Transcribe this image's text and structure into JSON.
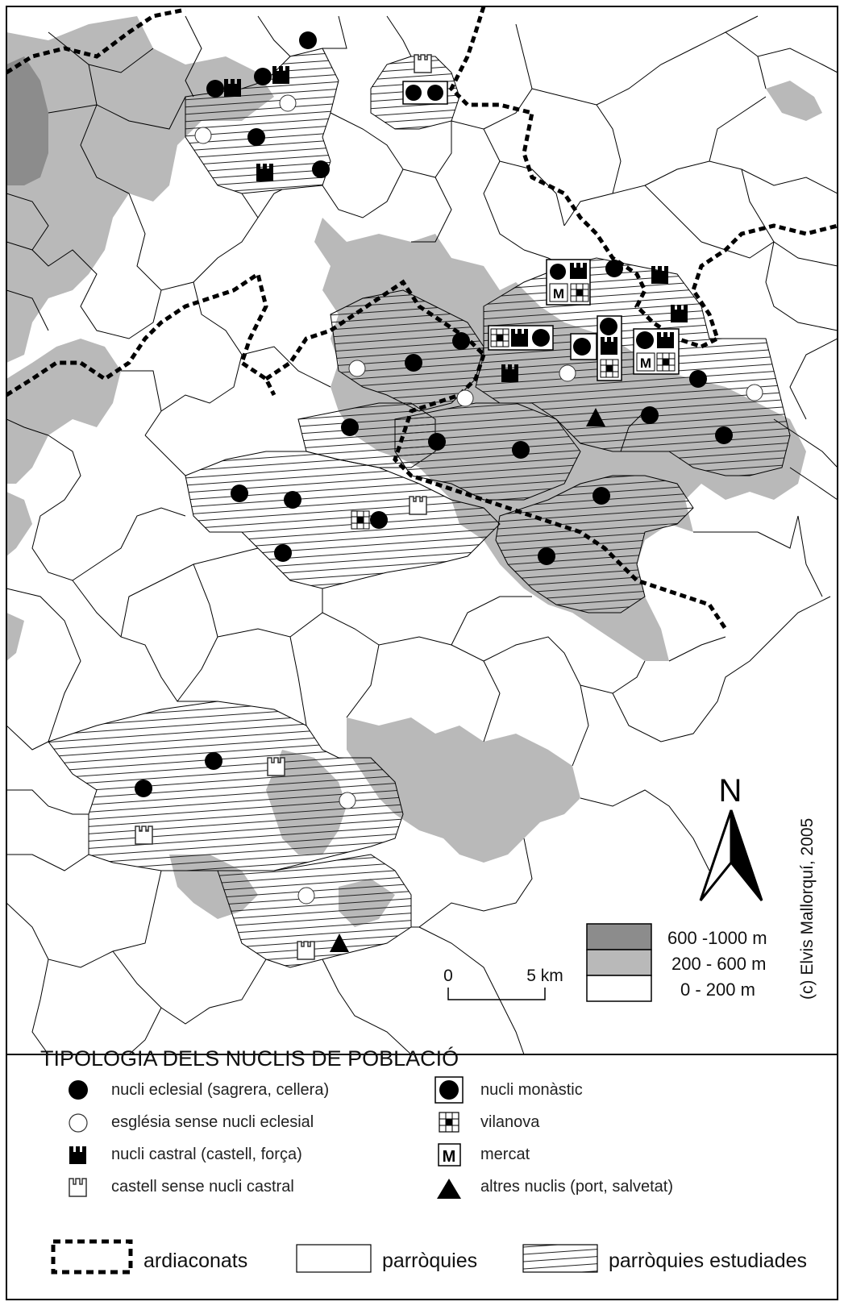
{
  "map": {
    "north_label": "N",
    "credit": "(c) Elvis Mallorquí, 2005",
    "scale": {
      "start": "0",
      "end": "5 km"
    },
    "elevation_legend": [
      {
        "label": "600 -1000 m",
        "color": "#8c8c8c"
      },
      {
        "label": "200 - 600 m",
        "color": "#b9b9b9"
      },
      {
        "label": "0 - 200 m",
        "color": "#ffffff"
      }
    ],
    "colors": {
      "high_relief": "#8c8c8c",
      "mid_relief": "#b9b9b9",
      "low_relief": "#ffffff",
      "boundary": "#000000"
    }
  },
  "legend": {
    "title": "TIPOLOGIA DELS NUCLIS DE POBLACIÓ",
    "items_left": [
      {
        "icon": "filled-circle-icon",
        "label": "nucli eclesial (sagrera, cellera)"
      },
      {
        "icon": "open-circle-icon",
        "label": "església sense nucli eclesial"
      },
      {
        "icon": "castle-filled-icon",
        "label": "nucli castral (castell, força)"
      },
      {
        "icon": "castle-open-icon",
        "label": "castell sense nucli castral"
      }
    ],
    "items_right": [
      {
        "icon": "monastery-icon",
        "label": "nucli monàstic"
      },
      {
        "icon": "vilanova-icon",
        "label": "vilanova"
      },
      {
        "icon": "market-icon",
        "label": "mercat",
        "icon_text": "M"
      },
      {
        "icon": "triangle-icon",
        "label": "altres nuclis (port, salvetat)"
      }
    ],
    "lines": [
      {
        "icon": "dashed-box-icon",
        "label": "ardiaconats"
      },
      {
        "icon": "plain-box-icon",
        "label": "parròquies"
      },
      {
        "icon": "hatched-box-icon",
        "label": "parròquies estudiades"
      }
    ]
  }
}
